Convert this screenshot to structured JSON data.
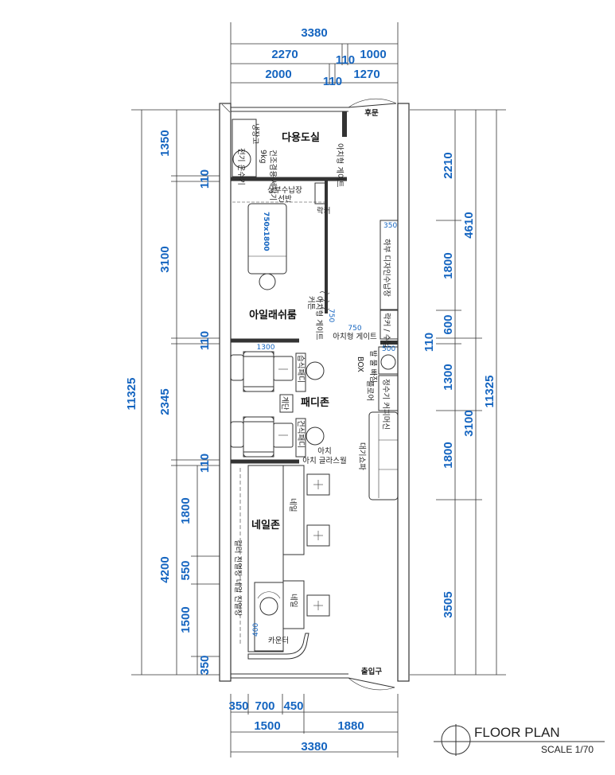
{
  "title": {
    "name": "FLOOR PLAN",
    "scale": "SCALE 1/70"
  },
  "dims_top": {
    "total": "3380",
    "a1": "2270",
    "a2": "110",
    "a3": "1000",
    "b1": "2000",
    "b2": "110",
    "b3": "1270"
  },
  "dims_bottom": {
    "c1": "350",
    "c2": "700",
    "c3": "450",
    "d1": "1500",
    "d2": "1880",
    "total": "3380"
  },
  "dims_left": {
    "total": "11325",
    "l1": "1350",
    "l2": "110",
    "l3": "3100",
    "l4": "110",
    "l5": "2345",
    "l6": "110",
    "l7": "4200",
    "m1": "1800",
    "m2": "550",
    "m3": "1500",
    "m4": "350"
  },
  "dims_right": {
    "total": "11325",
    "r1": "2210",
    "r2": "4610",
    "r3": "1800",
    "r4": "600",
    "r5": "110",
    "r6": "1300",
    "r7": "3100",
    "r8": "1800",
    "r9": "3505"
  },
  "rooms": {
    "multi": "다용도실",
    "eyelash": "아일래쉬룸",
    "pedi": "패디존",
    "nail": "네일존"
  },
  "labels": {
    "rear_door": "후문",
    "entrance": "출입구",
    "fridge": "냉장고",
    "boiler": "전기 온수기",
    "washer": "건조겸용 세탁기",
    "washer_kg": "9kg",
    "arch_gate": "아치형 게이트",
    "shelf_top": "상부수납장",
    "shelf": "선반",
    "locker": "락커",
    "bed": "750x1800",
    "curtain": "커튼",
    "arch_gate2": "아치형 게이트",
    "arch_gate3": "아치형 게이트",
    "arch_gate3_dim": "750",
    "lower_storage": "하부 디자인수납장",
    "foot_bath": "발 물 빠짐",
    "pedi_chair_w": "1300",
    "pedi_tool1": "습식패디",
    "pedi_tool2": "건식패디",
    "step": "계단",
    "arch_glass": "아치 글라스월",
    "water_tank": "정수기 커피머신",
    "floor_mark": "플로어",
    "box": "BOX",
    "sofa": "대기쇼파",
    "nail_table1": "네일",
    "nail_table2": "네일",
    "nail_shelf": "컬러 진열장 네일 진열장",
    "counter": "카운터",
    "counter_dim": "400",
    "glass_dim": "500",
    "gate_dim": "750",
    "locker2": "락커 / 수납"
  }
}
